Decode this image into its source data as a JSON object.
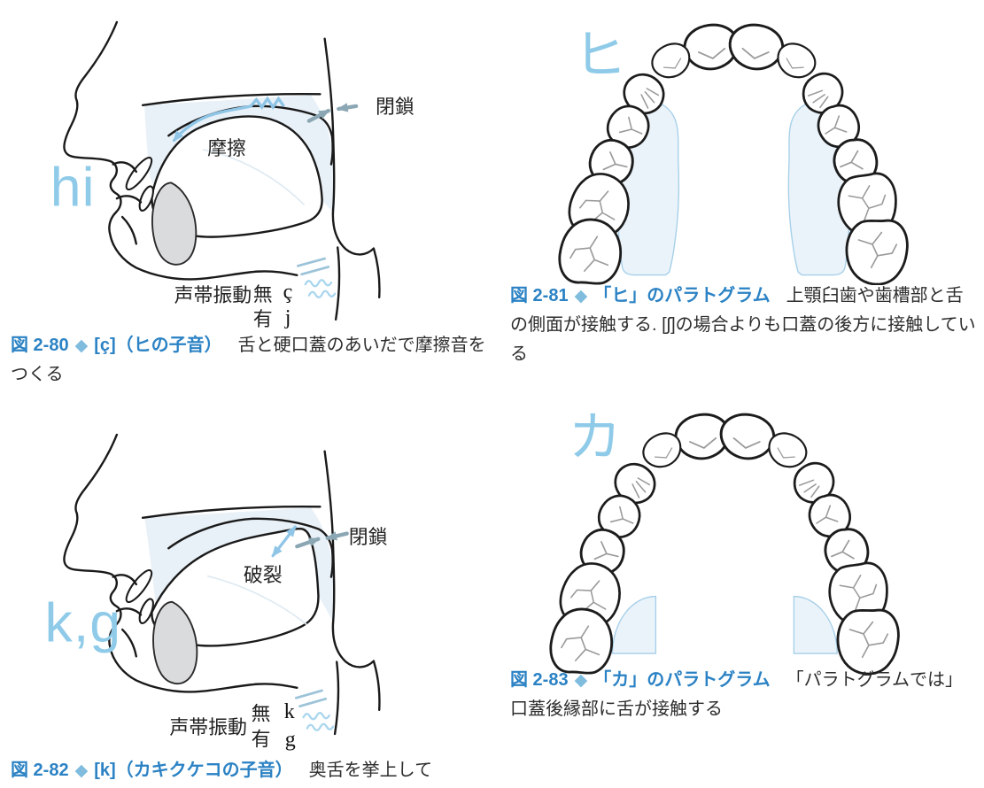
{
  "ui": {
    "diamond": "◆"
  },
  "colors": {
    "caption_blue": "#2b82c4",
    "diamond_blue": "#7fbcde",
    "phoneme_blue": "#8fcbe9",
    "flow_arrow_blue": "#8fc5e6",
    "closure_arrow_gray": "#8ba7b4",
    "contact_shade": "#eaf3fa",
    "contact_edge": "#a6cfe8",
    "text_dark": "#2d2d2d"
  },
  "fig80": {
    "phoneme": "hi",
    "labels": {
      "closure": "閉鎖",
      "friction": "摩擦",
      "vocal_cords": "声帯振動",
      "voiceless": "無",
      "voiced": "有",
      "voiceless_sym": "ç",
      "voiced_sym": "j"
    },
    "caption": {
      "number": "図 2-80",
      "title": "[ç]（ヒの子音）",
      "desc": "舌と硬口蓋のあいだで摩擦音をつくる"
    }
  },
  "fig81": {
    "kana": "ヒ",
    "caption": {
      "number": "図 2-81",
      "title": "「ヒ」のパラトグラム",
      "desc": "上顎臼歯や歯槽部と舌の側面が接触する. [ʃ]の場合よりも口蓋の後方に接触している"
    }
  },
  "fig82": {
    "phoneme": "k,g",
    "labels": {
      "closure": "閉鎖",
      "plosion": "破裂",
      "vocal_cords": "声帯振動",
      "voiceless": "無",
      "voiced": "有",
      "voiceless_sym": "k",
      "voiced_sym": "g"
    },
    "caption": {
      "number": "図 2-82",
      "title": "[k]（カキクケコの子音）",
      "desc": "奥舌を挙上して"
    }
  },
  "fig83": {
    "kana": "カ",
    "caption": {
      "number": "図 2-83",
      "title": "「カ」のパラトグラム",
      "desc": "「パラトグラムでは」口蓋後縁部に舌が接触する"
    }
  }
}
